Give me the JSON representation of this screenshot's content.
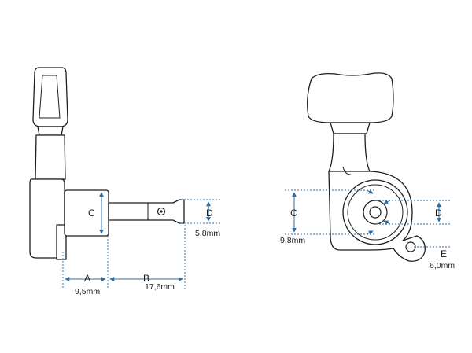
{
  "colors": {
    "outline": "#1e1e1e",
    "dimension": "#2d6ea6",
    "background": "#ffffff"
  },
  "side_view": {
    "letter_a": "A",
    "letter_b": "B",
    "letter_c": "C",
    "letter_d": "D",
    "value_a": "9,5mm",
    "value_b": "17,6mm",
    "value_d": "5,8mm"
  },
  "rear_view": {
    "letter_c": "C",
    "letter_d": "D",
    "letter_e": "E",
    "value_c": "9,8mm",
    "value_e": "6,0mm"
  }
}
